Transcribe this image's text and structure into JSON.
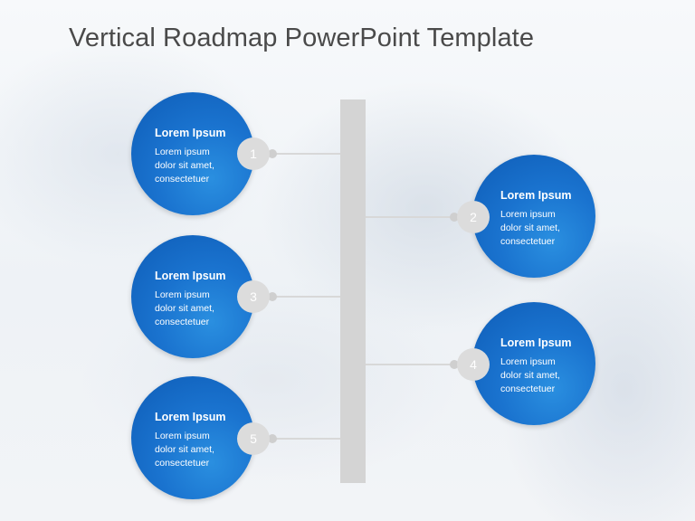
{
  "title": "Vertical Roadmap PowerPoint Template",
  "colors": {
    "accent": "#1a73cf",
    "spine": "#d4d4d4",
    "badge": "#dcdcdc"
  },
  "steps": [
    {
      "number": "1",
      "heading": "Lorem Ipsum",
      "lines": [
        "Lorem ipsum",
        "dolor sit amet,",
        "consectetuer"
      ]
    },
    {
      "number": "2",
      "heading": "Lorem Ipsum",
      "lines": [
        "Lorem ipsum",
        "dolor sit amet,",
        "consectetuer"
      ]
    },
    {
      "number": "3",
      "heading": "Lorem Ipsum",
      "lines": [
        "Lorem ipsum",
        "dolor sit amet,",
        "consectetuer"
      ]
    },
    {
      "number": "4",
      "heading": "Lorem Ipsum",
      "lines": [
        "Lorem ipsum",
        "dolor sit amet,",
        "consectetuer"
      ]
    },
    {
      "number": "5",
      "heading": "Lorem Ipsum",
      "lines": [
        "Lorem ipsum",
        "dolor sit amet,",
        "consectetuer"
      ]
    }
  ]
}
